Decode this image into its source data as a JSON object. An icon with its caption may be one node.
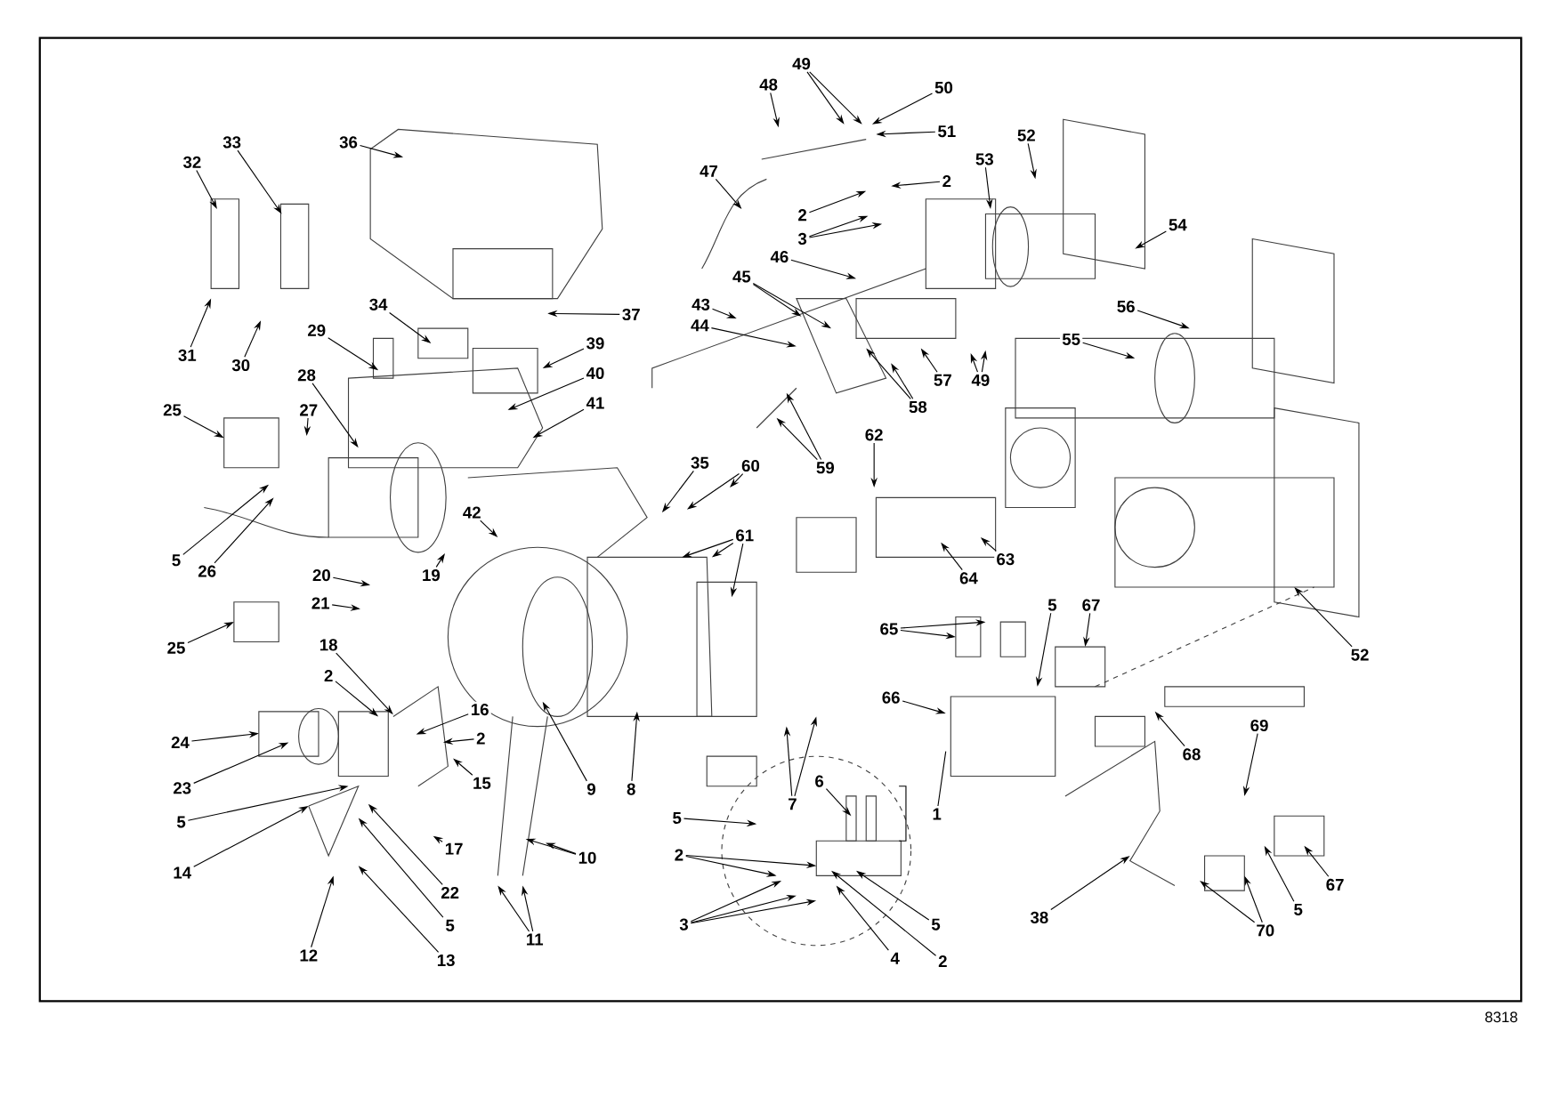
{
  "diagram": {
    "nodes": [
      {
        "text": [
          "32"
        ]
      },
      {
        "text": [
          "33"
        ]
      },
      {
        "text": [
          "36"
        ]
      },
      {
        "text": [
          "31"
        ]
      },
      {
        "text": [
          "30"
        ]
      },
      {
        "text": [
          "34"
        ]
      },
      {
        "text": [
          "37"
        ]
      },
      {
        "text": [
          "29"
        ]
      },
      {
        "text": [
          "39"
        ]
      },
      {
        "text": [
          "28"
        ]
      },
      {
        "text": [
          "40"
        ]
      },
      {
        "text": [
          "41"
        ]
      },
      {
        "text": [
          "25"
        ]
      },
      {
        "text": [
          "27"
        ]
      },
      {
        "text": [
          "5"
        ]
      },
      {
        "text": [
          "26"
        ]
      },
      {
        "text": [
          "42"
        ]
      },
      {
        "text": [
          "35"
        ]
      },
      {
        "text": [
          "60"
        ]
      },
      {
        "text": [
          "61"
        ]
      },
      {
        "text": [
          "20"
        ]
      },
      {
        "text": [
          "19"
        ]
      },
      {
        "text": [
          "21"
        ]
      },
      {
        "text": [
          "25"
        ]
      },
      {
        "text": [
          "18"
        ]
      },
      {
        "text": [
          "2"
        ]
      },
      {
        "text": [
          "16"
        ]
      },
      {
        "text": [
          "2"
        ]
      },
      {
        "text": [
          "24"
        ]
      },
      {
        "text": [
          "23"
        ]
      },
      {
        "text": [
          "15"
        ]
      },
      {
        "text": [
          "9"
        ]
      },
      {
        "text": [
          "8"
        ]
      },
      {
        "text": [
          "5"
        ]
      },
      {
        "text": [
          "17"
        ]
      },
      {
        "text": [
          "14"
        ]
      },
      {
        "text": [
          "10"
        ]
      },
      {
        "text": [
          "22"
        ]
      },
      {
        "text": [
          "5"
        ]
      },
      {
        "text": [
          "11"
        ]
      },
      {
        "text": [
          "12"
        ]
      },
      {
        "text": [
          "13"
        ]
      },
      {
        "text": [
          "49"
        ]
      },
      {
        "text": [
          "48"
        ]
      },
      {
        "text": [
          "50"
        ]
      },
      {
        "text": [
          "51"
        ]
      },
      {
        "text": [
          "52"
        ]
      },
      {
        "text": [
          "53"
        ]
      },
      {
        "text": [
          "47"
        ]
      },
      {
        "text": [
          "2"
        ]
      },
      {
        "text": [
          "2"
        ]
      },
      {
        "text": [
          "54"
        ]
      },
      {
        "text": [
          "3"
        ]
      },
      {
        "text": [
          "46"
        ]
      },
      {
        "text": [
          "45"
        ]
      },
      {
        "text": [
          "43"
        ]
      },
      {
        "text": [
          "56"
        ]
      },
      {
        "text": [
          "44"
        ]
      },
      {
        "text": [
          "55"
        ]
      },
      {
        "text": [
          "57"
        ]
      },
      {
        "text": [
          "49"
        ]
      },
      {
        "text": [
          "58"
        ]
      },
      {
        "text": [
          "62"
        ]
      },
      {
        "text": [
          "59"
        ]
      },
      {
        "text": [
          "63"
        ]
      },
      {
        "text": [
          "64"
        ]
      },
      {
        "text": [
          "5"
        ]
      },
      {
        "text": [
          "67"
        ]
      },
      {
        "text": [
          "65"
        ]
      },
      {
        "text": [
          "52"
        ]
      },
      {
        "text": [
          "66"
        ]
      },
      {
        "text": [
          "69"
        ]
      },
      {
        "text": [
          "68"
        ]
      },
      {
        "text": [
          "6"
        ]
      },
      {
        "text": [
          "7"
        ]
      },
      {
        "text": [
          "1"
        ]
      },
      {
        "text": [
          "5"
        ]
      },
      {
        "text": [
          "2"
        ]
      },
      {
        "text": [
          "67"
        ]
      },
      {
        "text": [
          "5"
        ]
      },
      {
        "text": [
          "38"
        ]
      },
      {
        "text": [
          "3"
        ]
      },
      {
        "text": [
          "5"
        ]
      },
      {
        "text": [
          "70"
        ]
      },
      {
        "text": [
          "4"
        ]
      },
      {
        "text": [
          "2"
        ]
      }
    ],
    "edges": [
      {
        "from": 0,
        "to": null,
        "arrow": "to"
      },
      {
        "from": 1,
        "to": null,
        "arrow": "to"
      },
      {
        "from": 2,
        "to": null,
        "arrow": "to"
      },
      {
        "from": 3,
        "to": null,
        "arrow": "to"
      },
      {
        "from": 4,
        "to": null,
        "arrow": "to"
      },
      {
        "from": 5,
        "to": null,
        "arrow": "to"
      },
      {
        "from": 6,
        "to": null,
        "arrow": "to"
      },
      {
        "from": 7,
        "to": null,
        "arrow": "to"
      },
      {
        "from": 8,
        "to": null,
        "arrow": "to"
      },
      {
        "from": 9,
        "to": null,
        "arrow": "to"
      },
      {
        "from": 10,
        "to": null,
        "arrow": "to"
      },
      {
        "from": 11,
        "to": null,
        "arrow": "to"
      },
      {
        "from": 12,
        "to": null,
        "arrow": "to"
      },
      {
        "from": 13,
        "to": null,
        "arrow": "to"
      },
      {
        "from": 14,
        "to": null,
        "arrow": "to"
      },
      {
        "from": 15,
        "to": null,
        "arrow": "to"
      },
      {
        "from": 16,
        "to": null,
        "arrow": "to"
      },
      {
        "from": 17,
        "to": null,
        "arrow": "to"
      },
      {
        "from": 18,
        "to": null,
        "arrow": "to"
      },
      {
        "from": 18,
        "to": null,
        "arrow": "to"
      },
      {
        "from": 19,
        "to": null,
        "arrow": "to"
      },
      {
        "from": 19,
        "to": null,
        "arrow": "to"
      },
      {
        "from": 19,
        "to": null,
        "arrow": "to"
      },
      {
        "from": 20,
        "to": null,
        "arrow": "to"
      },
      {
        "from": 21,
        "to": null,
        "arrow": "to"
      },
      {
        "from": 22,
        "to": null,
        "arrow": "to"
      },
      {
        "from": 23,
        "to": null,
        "arrow": "to"
      },
      {
        "from": 24,
        "to": null,
        "arrow": "to"
      },
      {
        "from": 25,
        "to": null,
        "arrow": "to"
      },
      {
        "from": 26,
        "to": null,
        "arrow": "to"
      },
      {
        "from": 27,
        "to": null,
        "arrow": "to"
      },
      {
        "from": 28,
        "to": null,
        "arrow": "to"
      },
      {
        "from": 29,
        "to": null,
        "arrow": "to"
      },
      {
        "from": 30,
        "to": null,
        "arrow": "to"
      },
      {
        "from": 31,
        "to": null,
        "arrow": "to"
      },
      {
        "from": 32,
        "to": null,
        "arrow": "to"
      },
      {
        "from": 33,
        "to": null,
        "arrow": "to"
      },
      {
        "from": 34,
        "to": null,
        "arrow": "to"
      },
      {
        "from": 35,
        "to": null,
        "arrow": "to"
      },
      {
        "from": 36,
        "to": null,
        "arrow": "to"
      },
      {
        "from": 36,
        "to": null,
        "arrow": "to"
      },
      {
        "from": 37,
        "to": null,
        "arrow": "to"
      },
      {
        "from": 38,
        "to": null,
        "arrow": "to"
      },
      {
        "from": 39,
        "to": null,
        "arrow": "to"
      },
      {
        "from": 39,
        "to": null,
        "arrow": "to"
      },
      {
        "from": 40,
        "to": null,
        "arrow": "to"
      },
      {
        "from": 41,
        "to": null,
        "arrow": "to"
      },
      {
        "from": 42,
        "to": null,
        "arrow": "to"
      },
      {
        "from": 42,
        "to": null,
        "arrow": "to"
      },
      {
        "from": 43,
        "to": null,
        "arrow": "to"
      },
      {
        "from": 44,
        "to": null,
        "arrow": "to"
      },
      {
        "from": 45,
        "to": null,
        "arrow": "to"
      },
      {
        "from": 46,
        "to": null,
        "arrow": "to"
      },
      {
        "from": 47,
        "to": null,
        "arrow": "to"
      },
      {
        "from": 48,
        "to": null,
        "arrow": "to"
      },
      {
        "from": 49,
        "to": null,
        "arrow": "to"
      },
      {
        "from": 50,
        "to": null,
        "arrow": "to"
      },
      {
        "from": 51,
        "to": null,
        "arrow": "to"
      },
      {
        "from": 52,
        "to": null,
        "arrow": "to"
      },
      {
        "from": 52,
        "to": null,
        "arrow": "to"
      },
      {
        "from": 53,
        "to": null,
        "arrow": "to"
      },
      {
        "from": 54,
        "to": null,
        "arrow": "to"
      },
      {
        "from": 54,
        "to": null,
        "arrow": "to"
      },
      {
        "from": 55,
        "to": null,
        "arrow": "to"
      },
      {
        "from": 56,
        "to": null,
        "arrow": "to"
      },
      {
        "from": 57,
        "to": null,
        "arrow": "to"
      },
      {
        "from": 58,
        "to": null,
        "arrow": "to"
      },
      {
        "from": 59,
        "to": null,
        "arrow": "to"
      },
      {
        "from": 60,
        "to": null,
        "arrow": "to"
      },
      {
        "from": 60,
        "to": null,
        "arrow": "to"
      },
      {
        "from": 61,
        "to": null,
        "arrow": "to"
      },
      {
        "from": 61,
        "to": null,
        "arrow": "to"
      },
      {
        "from": 62,
        "to": null,
        "arrow": "to"
      },
      {
        "from": 63,
        "to": null,
        "arrow": "to"
      },
      {
        "from": 63,
        "to": null,
        "arrow": "to"
      },
      {
        "from": 64,
        "to": null,
        "arrow": "to"
      },
      {
        "from": 65,
        "to": null,
        "arrow": "to"
      },
      {
        "from": 66,
        "to": null,
        "arrow": "to"
      },
      {
        "from": 67,
        "to": null,
        "arrow": "to"
      },
      {
        "from": 68,
        "to": null,
        "arrow": "to"
      },
      {
        "from": 68,
        "to": null,
        "arrow": "to"
      },
      {
        "from": 69,
        "to": null,
        "arrow": "to"
      },
      {
        "from": 70,
        "to": null,
        "arrow": "to"
      },
      {
        "from": 71,
        "to": null,
        "arrow": "to"
      },
      {
        "from": 72,
        "to": null,
        "arrow": "to"
      },
      {
        "from": 73,
        "to": null,
        "arrow": "to"
      },
      {
        "from": 74,
        "to": null,
        "arrow": "to"
      },
      {
        "from": 74,
        "to": null,
        "arrow": "to"
      },
      {
        "from": 75,
        "to": null,
        "arrow": "none"
      },
      {
        "from": 76,
        "to": null,
        "arrow": "to"
      },
      {
        "from": 77,
        "to": null,
        "arrow": "to"
      },
      {
        "from": 77,
        "to": null,
        "arrow": "to"
      },
      {
        "from": 78,
        "to": null,
        "arrow": "to"
      },
      {
        "from": 79,
        "to": null,
        "arrow": "to"
      },
      {
        "from": 80,
        "to": null,
        "arrow": "to"
      },
      {
        "from": 81,
        "to": null,
        "arrow": "to"
      },
      {
        "from": 81,
        "to": null,
        "arrow": "to"
      },
      {
        "from": 81,
        "to": null,
        "arrow": "to"
      },
      {
        "from": 82,
        "to": null,
        "arrow": "to"
      },
      {
        "from": 83,
        "to": null,
        "arrow": "to"
      },
      {
        "from": 83,
        "to": null,
        "arrow": "to"
      },
      {
        "from": 84,
        "to": null,
        "arrow": "to"
      },
      {
        "from": 85,
        "to": null,
        "arrow": "to"
      }
    ],
    "labels": [
      "8318"
    ]
  }
}
